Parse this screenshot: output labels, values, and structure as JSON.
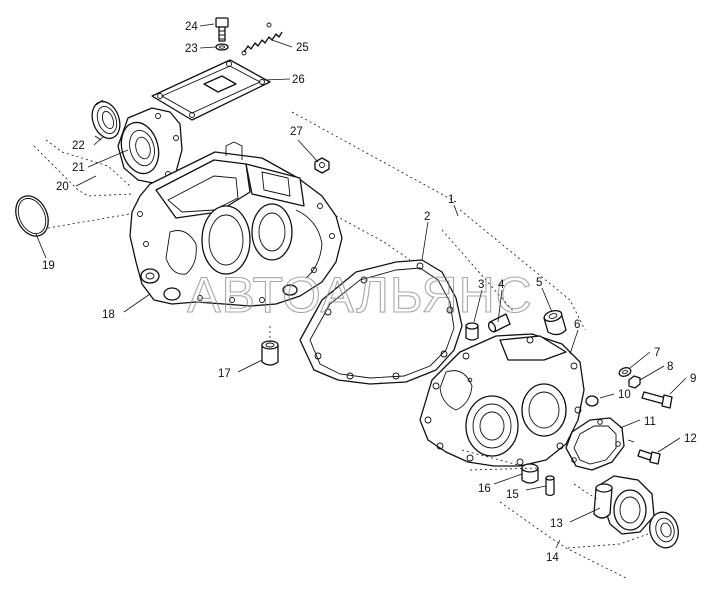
{
  "watermark": "АВТОАЛЬЯНС",
  "callouts": [
    {
      "id": "1",
      "text": "1"
    },
    {
      "id": "2",
      "text": "2"
    },
    {
      "id": "3",
      "text": "3"
    },
    {
      "id": "4",
      "text": "4"
    },
    {
      "id": "5",
      "text": "5"
    },
    {
      "id": "6",
      "text": "6"
    },
    {
      "id": "7",
      "text": "7"
    },
    {
      "id": "8",
      "text": "8"
    },
    {
      "id": "9",
      "text": "9"
    },
    {
      "id": "10",
      "text": "10"
    },
    {
      "id": "11",
      "text": "11"
    },
    {
      "id": "12",
      "text": "12"
    },
    {
      "id": "13",
      "text": "13"
    },
    {
      "id": "14",
      "text": "14"
    },
    {
      "id": "15",
      "text": "15"
    },
    {
      "id": "16",
      "text": "16"
    },
    {
      "id": "17",
      "text": "17"
    },
    {
      "id": "18",
      "text": "18"
    },
    {
      "id": "19",
      "text": "19"
    },
    {
      "id": "20",
      "text": "20"
    },
    {
      "id": "21",
      "text": "21"
    },
    {
      "id": "22",
      "text": "22"
    },
    {
      "id": "23",
      "text": "23"
    },
    {
      "id": "24",
      "text": "24"
    },
    {
      "id": "25",
      "text": "25"
    },
    {
      "id": "26",
      "text": "26"
    },
    {
      "id": "27",
      "text": "27"
    }
  ]
}
